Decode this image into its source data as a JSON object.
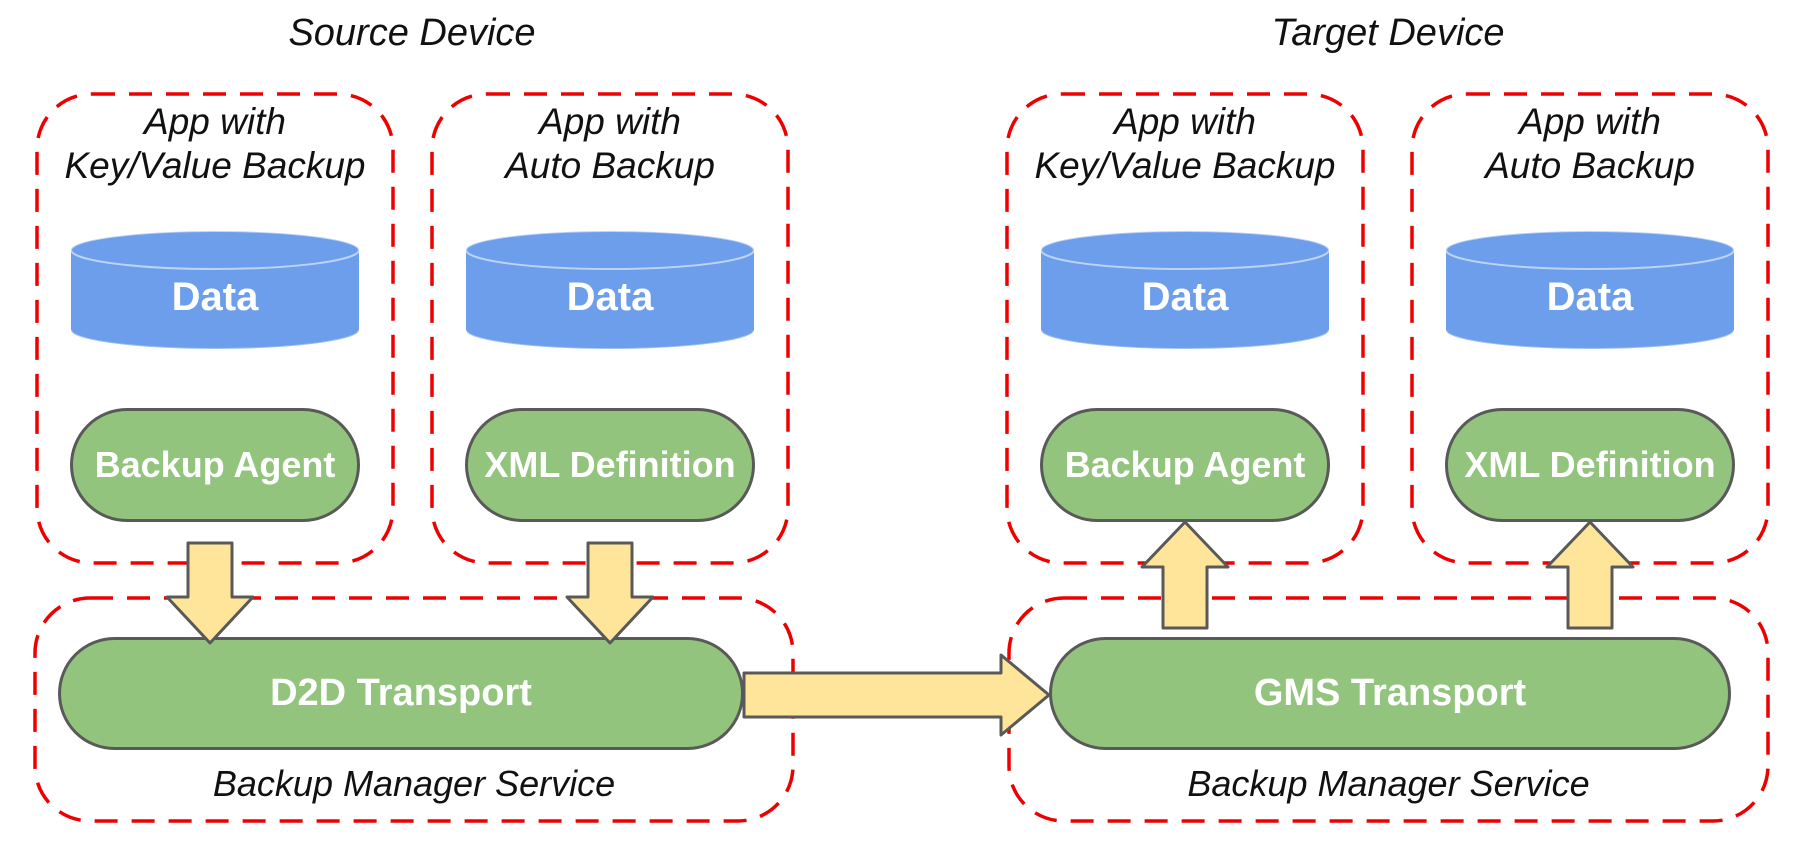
{
  "colors": {
    "canvas_bg": "#ffffff",
    "dashed_border": "#ee0000",
    "cylinder_fill": "#6d9eeb",
    "pill_fill": "#93c47d",
    "arrow_fill": "#ffe599",
    "shape_border": "#595959",
    "text_dark": "#111111",
    "text_light": "#ffffff"
  },
  "source": {
    "title": "Source Device",
    "apps": [
      {
        "name_line1": "App with",
        "name_line2": "Key/Value Backup",
        "data_store": "Data",
        "component": "Backup Agent"
      },
      {
        "name_line1": "App with",
        "name_line2": "Auto Backup",
        "data_store": "Data",
        "component": "XML Definition"
      }
    ],
    "service": {
      "transport": "D2D Transport",
      "name": "Backup Manager Service"
    }
  },
  "target": {
    "title": "Target Device",
    "apps": [
      {
        "name_line1": "App with",
        "name_line2": "Key/Value Backup",
        "data_store": "Data",
        "component": "Backup Agent"
      },
      {
        "name_line1": "App with",
        "name_line2": "Auto Backup",
        "data_store": "Data",
        "component": "XML Definition"
      }
    ],
    "service": {
      "transport": "GMS Transport",
      "name": "Backup Manager Service"
    }
  }
}
